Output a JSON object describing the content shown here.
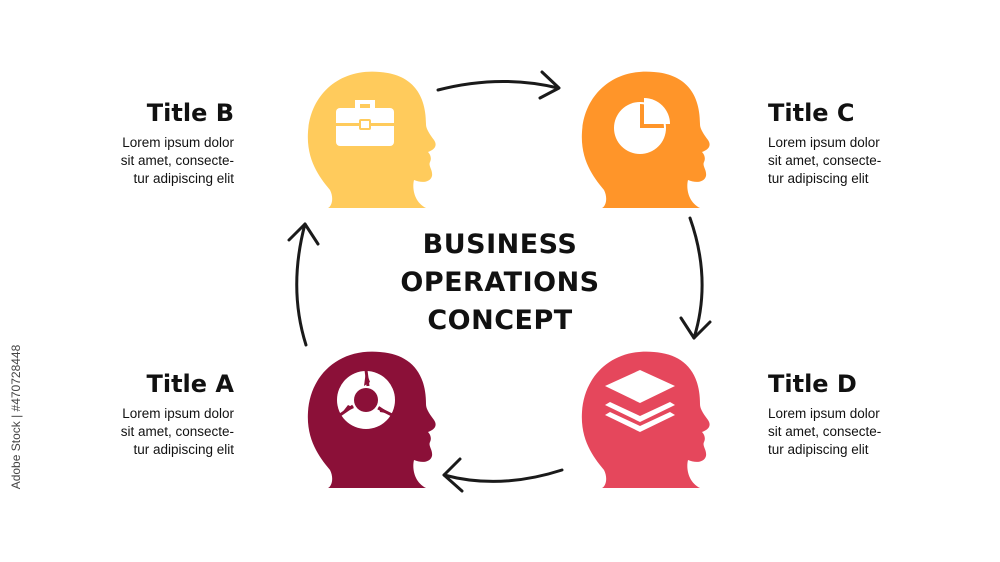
{
  "center_title": [
    "BUSINESS",
    "OPERATIONS",
    "CONCEPT"
  ],
  "blocks": {
    "a": {
      "title": "Title A",
      "lines": [
        "Lorem ipsum dolor",
        "sit amet, consecte-",
        "tur adipiscing elit"
      ]
    },
    "b": {
      "title": "Title B",
      "lines": [
        "Lorem ipsum dolor",
        "sit amet, consecte-",
        "tur adipiscing elit"
      ]
    },
    "c": {
      "title": "Title C",
      "lines": [
        "Lorem ipsum dolor",
        "sit amet, consecte-",
        "tur adipiscing elit"
      ]
    },
    "d": {
      "title": "Title D",
      "lines": [
        "Lorem ipsum dolor",
        "sit amet, consecte-",
        "tur adipiscing elit"
      ]
    }
  },
  "heads": {
    "a": {
      "color": "#8B1038",
      "icon": "cycle-icon"
    },
    "b": {
      "color": "#FFCB5C",
      "icon": "briefcase-icon"
    },
    "c": {
      "color": "#FF9529",
      "icon": "pie-chart-icon"
    },
    "d": {
      "color": "#E5475C",
      "icon": "layers-icon"
    }
  },
  "watermark": "Adobe Stock | #470728448"
}
